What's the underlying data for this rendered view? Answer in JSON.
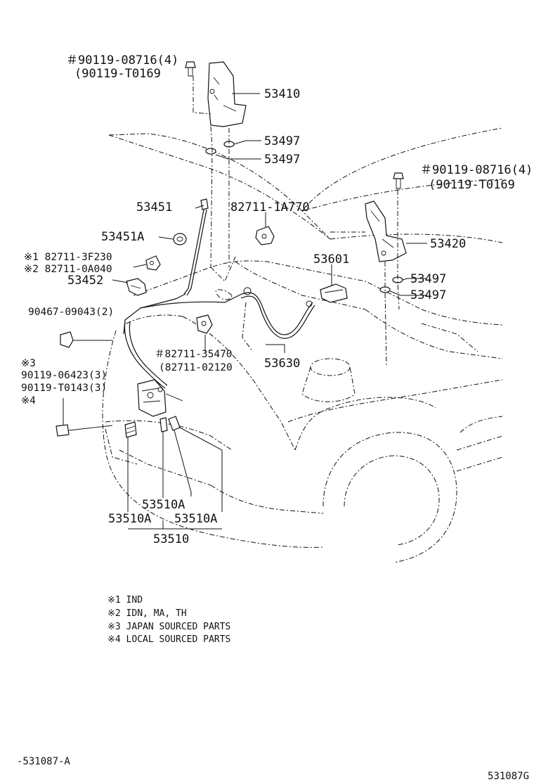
{
  "labels": {
    "hinge_bolt_l_1": "＃90119-08716(4)",
    "hinge_bolt_l_2": "(90119-T0169",
    "hinge_l": "53410",
    "cushion_l_1": "53497",
    "cushion_l_2": "53497",
    "hinge_bolt_r_1": "＃90119-08716(4)",
    "hinge_bolt_r_2": "(90119-T0169",
    "hinge_r": "53420",
    "cushion_r_1": "53497",
    "cushion_r_2": "53497",
    "hood_rod": "53451",
    "clip_82711_1a770": "82711-1A770",
    "rod_holder": "53451A",
    "clip_note1": "※1  82711-3F230",
    "clip_note2": "※2  82711-0A040",
    "clamp": "53452",
    "screw_90467": "90467-09043(2)",
    "lever": "53601",
    "clip_82711_35470": "＃82711-35470",
    "clip_82711_02120": "(82711-02120",
    "cable": "53630",
    "bolt_note3": "※3",
    "bolt_90119_06423": "90119-06423(3)",
    "bolt_90119_t0143": "90119-T0143(3)",
    "bolt_note4": "※4",
    "lock_a_center": "53510A",
    "lock_a_left": "53510A",
    "lock_a_right": "53510A",
    "lock_assy": "53510"
  },
  "notes": [
    "※1 IND",
    "※2 IDN, MA, TH",
    "※3 JAPAN SOURCED PARTS",
    "※4 LOCAL SOURCED PARTS"
  ],
  "footer": {
    "left": "-531087-A",
    "right": "531087G"
  }
}
